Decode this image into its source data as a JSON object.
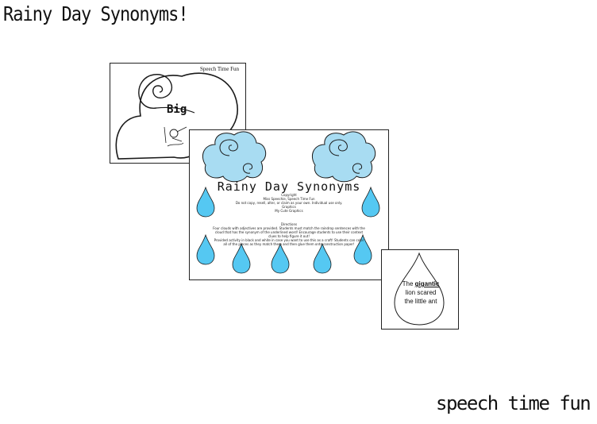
{
  "page": {
    "title": "Rainy Day Synonyms!",
    "footer": "speech time fun"
  },
  "cloud_card": {
    "brand": "Speech Time Fun",
    "word": "Big"
  },
  "main_card": {
    "title": "Rainy Day Synonyms",
    "copyright": [
      "Copyright",
      "Miss Speechie, Speech Time Fun",
      "Do not copy, resell, alter, or claim as your own. Individual use only.",
      "Graphics",
      "My Cute Graphics"
    ],
    "directions": [
      "Directions",
      "Four clouds with adjectives are provided. Students must match the raindrop sentences with the",
      "cloud that has the synonym of the underlined word! Encourage students to use their context",
      "clues to help figure it out!",
      "Provided activity in black and white in case you want to use this as a craft! Students can color",
      "all of the pieces as they match them and then glue them onto construction paper!"
    ]
  },
  "drop_card": {
    "sentence_prefix": "The",
    "underlined_word": "gigantic",
    "sentence_rest": "lion scared the little ant"
  },
  "colors": {
    "cloud_fill": "#a8dcf2",
    "drop_fill": "#55c8f2",
    "outline": "#1a1a1a"
  }
}
